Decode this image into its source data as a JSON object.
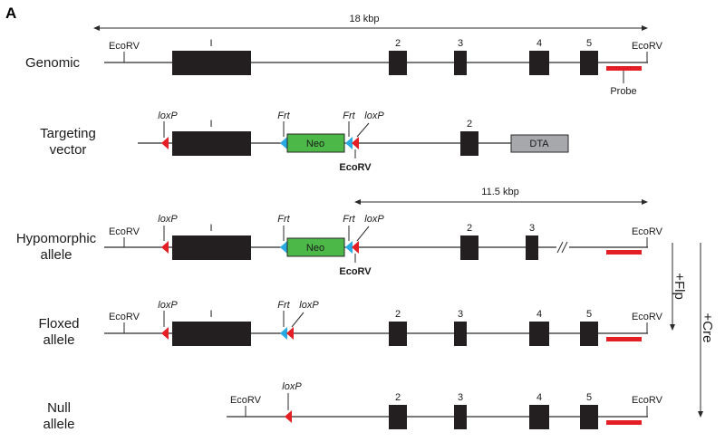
{
  "panel_letter": "A",
  "colors": {
    "exon": "#231f20",
    "neo": "#4cb848",
    "dta": "#a6a8ab",
    "probe": "#e31e24",
    "loxp": "#e31e24",
    "frt": "#29a9e1",
    "line": "#2a2a2a"
  },
  "scale_bars": {
    "genomic": "18 kbp",
    "hypomorphic": "11.5 kbp"
  },
  "rows": {
    "genomic": {
      "label": "Genomic"
    },
    "targeting": {
      "label_line1": "Targeting",
      "label_line2": "vector"
    },
    "hypomorphic": {
      "label_line1": "Hypomorphic",
      "label_line2": "allele"
    },
    "floxed": {
      "label_line1": "Floxed",
      "label_line2": "allele"
    },
    "null": {
      "label_line1": "Null",
      "label_line2": "allele"
    }
  },
  "sites": {
    "ecorv": "EcoRV",
    "loxp": "loxP",
    "frt": "Frt",
    "probe": "Probe"
  },
  "exons": {
    "e1": "I",
    "e2": "2",
    "e3": "3",
    "e4": "4",
    "e5": "5"
  },
  "cassettes": {
    "neo": "Neo",
    "dta": "DTA"
  },
  "recombinases": {
    "flp": "+Flp",
    "cre": "+Cre"
  },
  "icons": {
    "loxp": "red-triangle-icon",
    "frt": "blue-triangle-icon",
    "break": "double-slash-icon"
  }
}
